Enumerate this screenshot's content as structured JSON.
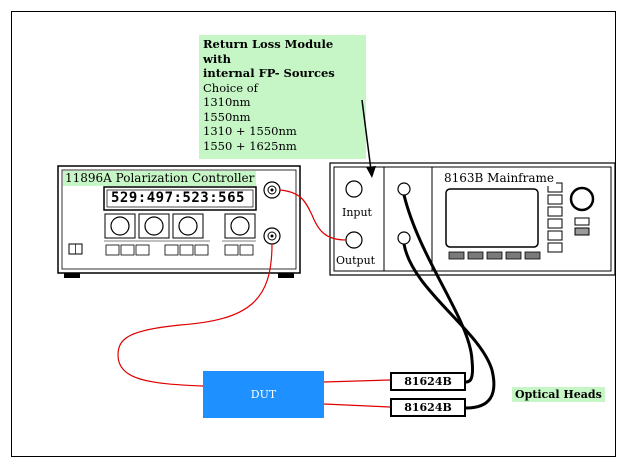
{
  "callout": {
    "title_lines": [
      "Return Loss Module with",
      "internal FP- Sources"
    ],
    "lines": [
      "Choice of",
      "1310nm",
      "1550nm",
      "1310 + 1550nm",
      "1550 + 1625nm"
    ]
  },
  "polarization_controller": {
    "label": "11896A Polarization Controller",
    "readout": "529:497:523:565"
  },
  "return_loss_module": {
    "input_label": "Input",
    "output_label": "Output"
  },
  "mainframe": {
    "label": "8163B Mainframe"
  },
  "dut": {
    "label": "DUT"
  },
  "heads": {
    "head1": "81624B",
    "head2": "81624B",
    "label": "Optical Heads"
  },
  "colors": {
    "callout_bg": "#c6f5c6",
    "dut_fill": "#1e90ff",
    "fiber_red": "#e00000"
  }
}
